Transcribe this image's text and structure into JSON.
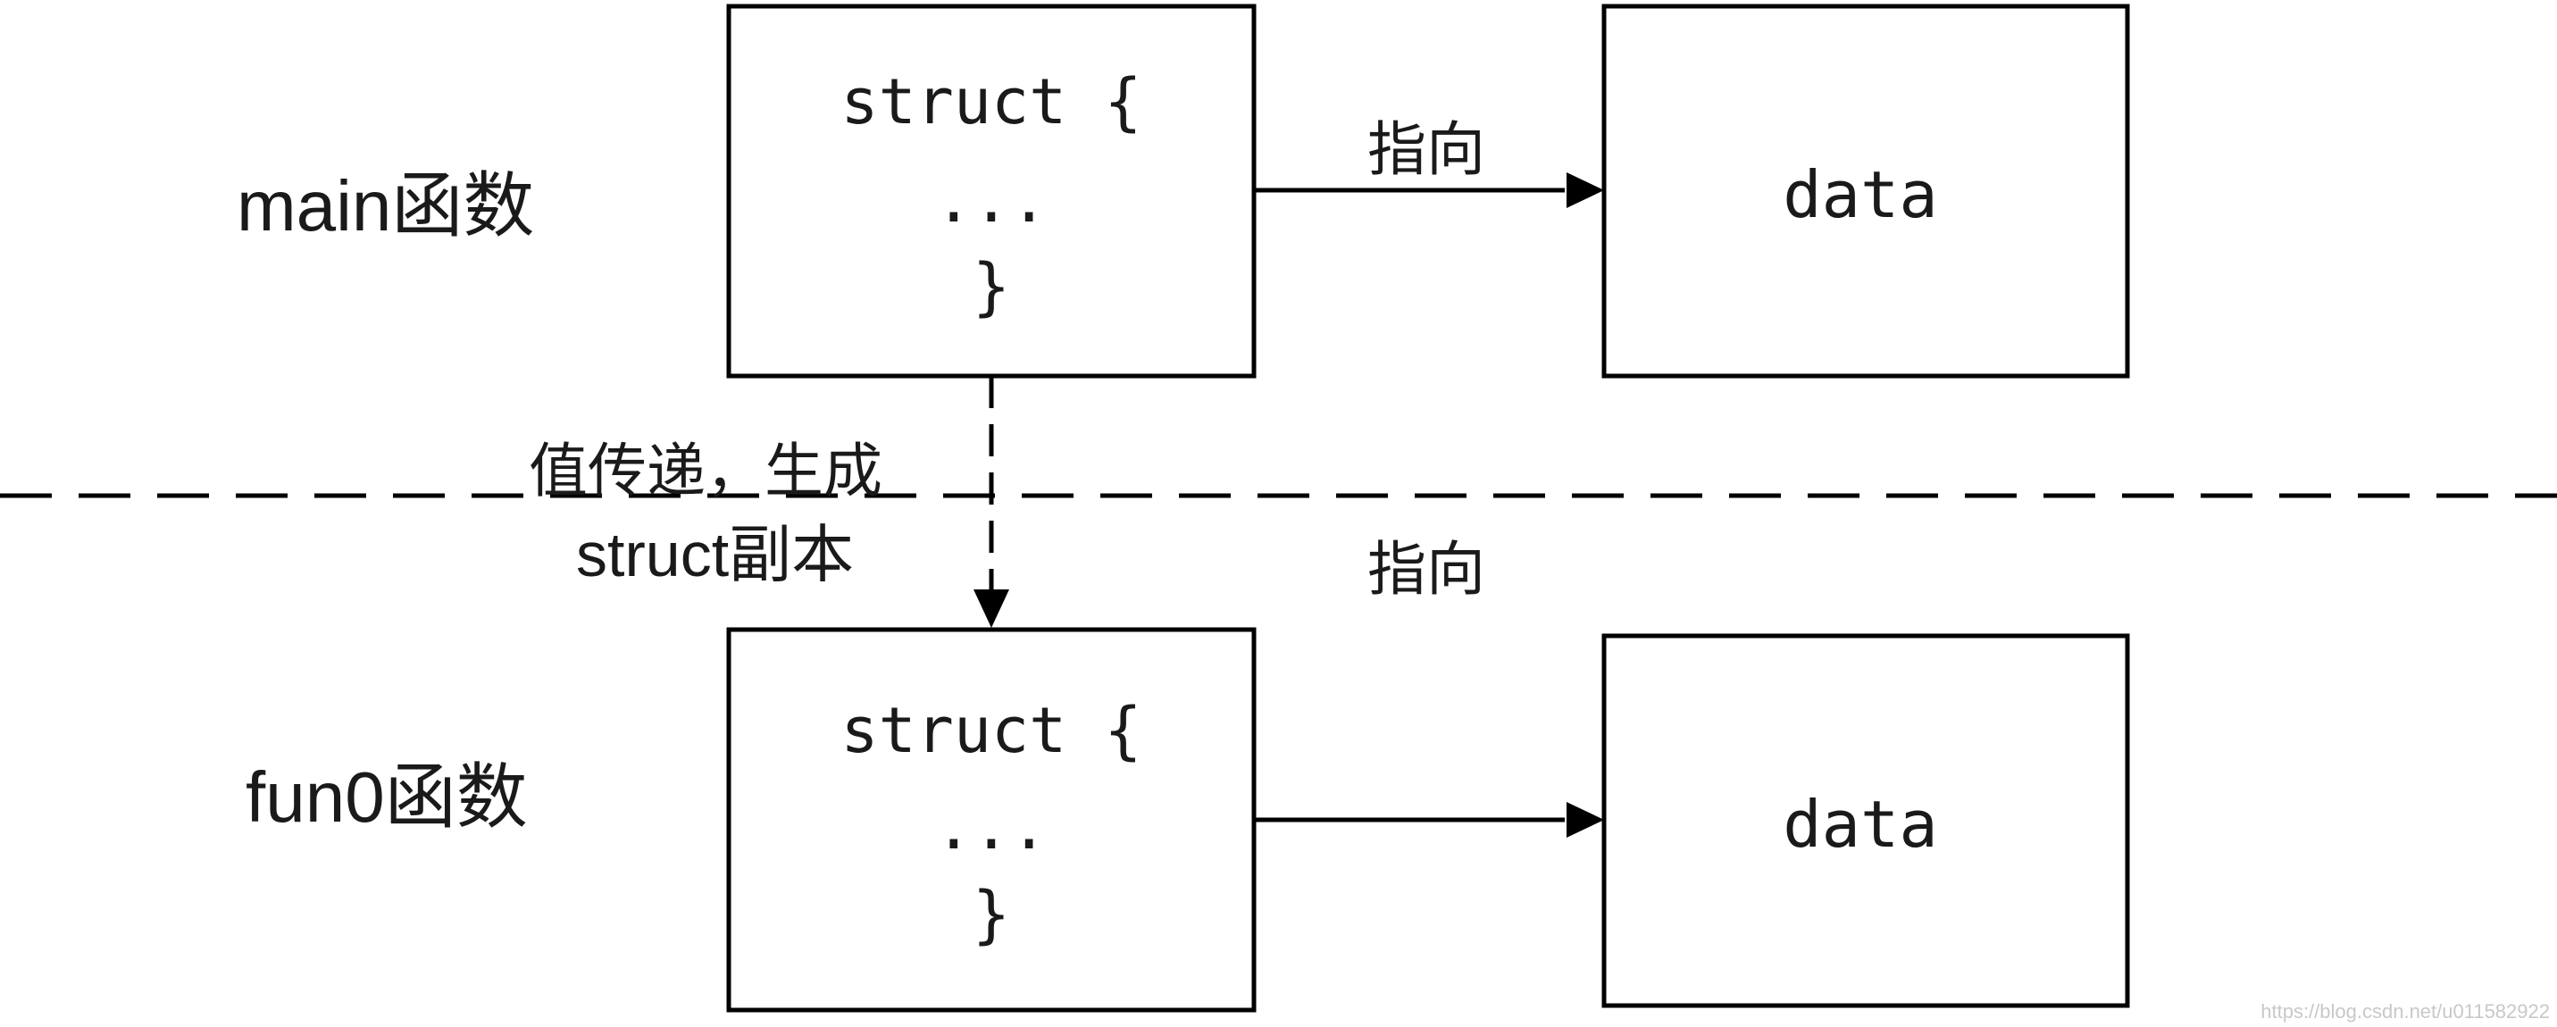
{
  "main_function": {
    "label": "main函数",
    "struct_open": "struct {",
    "struct_body": "...",
    "struct_close": "}",
    "data_label": "data",
    "arrow_label": "指向"
  },
  "fun0_function": {
    "label": "fun0函数",
    "struct_open": "struct {",
    "struct_body": "...",
    "struct_close": "}",
    "data_label": "data",
    "arrow_label": "指向"
  },
  "copy_note": {
    "line1": "值传递，生成",
    "line2": "struct副本"
  },
  "watermark": "https://blog.csdn.net/u011582922",
  "colors": {
    "stroke": "#000000",
    "text": "#1a1a1a",
    "background": "#ffffff",
    "watermark": "#c8c8c8"
  }
}
